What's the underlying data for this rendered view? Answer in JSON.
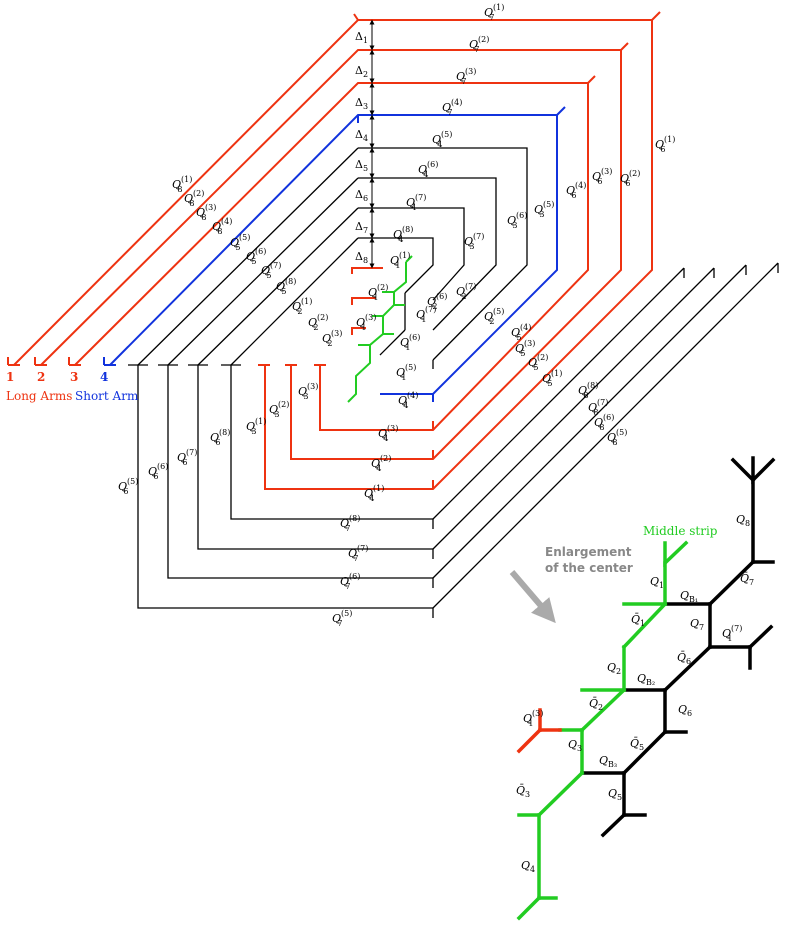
{
  "colors": {
    "long_arm": "#ee3311",
    "short_arm": "#1133dd",
    "middle_strip": "#22cc22",
    "default": "#000000",
    "note": "#888888"
  },
  "legend": {
    "arm_numbers": [
      "1",
      "2",
      "3",
      "4"
    ],
    "long_arms": "Long Arms",
    "short_arm": "Short Arm"
  },
  "inset": {
    "middle_strip": "Middle strip",
    "note_line1": "Enlargement",
    "note_line2": "of the center"
  },
  "labels": [
    {
      "base": "Q",
      "sub": "7",
      "sup": "(1)"
    },
    {
      "base": "Q",
      "sub": "7",
      "sup": "(2)"
    },
    {
      "base": "Q",
      "sub": "7",
      "sup": "(3)"
    },
    {
      "base": "Q",
      "sub": "7",
      "sup": "(4)"
    },
    {
      "base": "Q",
      "sub": "4",
      "sup": "(5)"
    },
    {
      "base": "Q",
      "sub": "4",
      "sup": "(6)"
    },
    {
      "base": "Q",
      "sub": "4",
      "sup": "(7)"
    },
    {
      "base": "Q",
      "sub": "4",
      "sup": "(8)"
    },
    {
      "base": "Q",
      "sub": "1",
      "sup": "(1)"
    },
    {
      "base": "Q",
      "sub": "1",
      "sup": "(2)"
    },
    {
      "base": "Q",
      "sub": "1",
      "sup": "(3)"
    },
    {
      "base": "Q",
      "sub": "6",
      "sup": "(1)"
    },
    {
      "base": "Q",
      "sub": "6",
      "sup": "(2)"
    },
    {
      "base": "Q",
      "sub": "6",
      "sup": "(3)"
    },
    {
      "base": "Q",
      "sub": "6",
      "sup": "(4)"
    },
    {
      "base": "Q",
      "sub": "3",
      "sup": "(5)"
    },
    {
      "base": "Q",
      "sub": "3",
      "sup": "(6)"
    },
    {
      "base": "Q",
      "sub": "3",
      "sup": "(7)"
    },
    {
      "base": "Q",
      "sub": "2",
      "sup": "(7)"
    },
    {
      "base": "Q",
      "sub": "2",
      "sup": "(6)"
    },
    {
      "base": "Q",
      "sub": "2",
      "sup": "(5)"
    },
    {
      "base": "Q",
      "sub": "1",
      "sup": "(7)"
    },
    {
      "base": "Q",
      "sub": "1",
      "sup": "(6)"
    },
    {
      "base": "Q",
      "sub": "1",
      "sup": "(5)"
    },
    {
      "base": "Q",
      "sub": "5",
      "sup": "(4)"
    },
    {
      "base": "Q",
      "sub": "5",
      "sup": "(3)"
    },
    {
      "base": "Q",
      "sub": "5",
      "sup": "(2)"
    },
    {
      "base": "Q",
      "sub": "5",
      "sup": "(1)"
    },
    {
      "base": "Q",
      "sub": "8",
      "sup": "(8)"
    },
    {
      "base": "Q",
      "sub": "8",
      "sup": "(7)"
    },
    {
      "base": "Q",
      "sub": "8",
      "sup": "(6)"
    },
    {
      "base": "Q",
      "sub": "8",
      "sup": "(5)"
    },
    {
      "base": "Q",
      "sub": "8",
      "sup": "(1)"
    },
    {
      "base": "Q",
      "sub": "8",
      "sup": "(2)"
    },
    {
      "base": "Q",
      "sub": "8",
      "sup": "(3)"
    },
    {
      "base": "Q",
      "sub": "8",
      "sup": "(4)"
    },
    {
      "base": "Q",
      "sub": "5",
      "sup": "(5)"
    },
    {
      "base": "Q",
      "sub": "5",
      "sup": "(6)"
    },
    {
      "base": "Q",
      "sub": "5",
      "sup": "(7)"
    },
    {
      "base": "Q",
      "sub": "5",
      "sup": "(8)"
    },
    {
      "base": "Q",
      "sub": "2",
      "sup": "(1)"
    },
    {
      "base": "Q",
      "sub": "2",
      "sup": "(2)"
    },
    {
      "base": "Q",
      "sub": "2",
      "sup": "(3)"
    },
    {
      "base": "Q",
      "sub": "3",
      "sup": "(1)"
    },
    {
      "base": "Q",
      "sub": "3",
      "sup": "(2)"
    },
    {
      "base": "Q",
      "sub": "3",
      "sup": "(3)"
    },
    {
      "base": "Q",
      "sub": "6",
      "sup": "(8)"
    },
    {
      "base": "Q",
      "sub": "6",
      "sup": "(7)"
    },
    {
      "base": "Q",
      "sub": "6",
      "sup": "(6)"
    },
    {
      "base": "Q",
      "sub": "6",
      "sup": "(5)"
    },
    {
      "base": "Q",
      "sub": "4",
      "sup": "(4)"
    },
    {
      "base": "Q",
      "sub": "4",
      "sup": "(3)"
    },
    {
      "base": "Q",
      "sub": "4",
      "sup": "(2)"
    },
    {
      "base": "Q",
      "sub": "4",
      "sup": "(1)"
    },
    {
      "base": "Q",
      "sub": "7",
      "sup": "(8)"
    },
    {
      "base": "Q",
      "sub": "7",
      "sup": "(7)"
    },
    {
      "base": "Q",
      "sub": "7",
      "sup": "(6)"
    },
    {
      "base": "Q",
      "sub": "7",
      "sup": "(5)"
    },
    {
      "base": "Δ",
      "sub": "1",
      "sup": ""
    },
    {
      "base": "Δ",
      "sub": "2",
      "sup": ""
    },
    {
      "base": "Δ",
      "sub": "3",
      "sup": ""
    },
    {
      "base": "Δ",
      "sub": "4",
      "sup": ""
    },
    {
      "base": "Δ",
      "sub": "5",
      "sup": ""
    },
    {
      "base": "Δ",
      "sub": "6",
      "sup": ""
    },
    {
      "base": "Δ",
      "sub": "7",
      "sup": ""
    },
    {
      "base": "Δ",
      "sub": "8",
      "sup": ""
    },
    {
      "base": "Q",
      "sub": "8",
      "sup": ""
    },
    {
      "base": "Q̄",
      "sub": "7",
      "sup": ""
    },
    {
      "base": "Q",
      "sub": "1",
      "sup": ""
    },
    {
      "base": "Q",
      "sub": "B₁",
      "sup": ""
    },
    {
      "base": "Q̄",
      "sub": "1",
      "sup": ""
    },
    {
      "base": "Q",
      "sub": "7",
      "sup": ""
    },
    {
      "base": "Q",
      "sub": "1",
      "sup": "(7)"
    },
    {
      "base": "Q̄",
      "sub": "6",
      "sup": ""
    },
    {
      "base": "Q",
      "sub": "2",
      "sup": ""
    },
    {
      "base": "Q",
      "sub": "B₂",
      "sup": ""
    },
    {
      "base": "Q̄",
      "sub": "2",
      "sup": ""
    },
    {
      "base": "Q",
      "sub": "6",
      "sup": ""
    },
    {
      "base": "Q",
      "sub": "1",
      "sup": "(3)"
    },
    {
      "base": "Q̄",
      "sub": "5",
      "sup": ""
    },
    {
      "base": "Q",
      "sub": "3",
      "sup": ""
    },
    {
      "base": "Q",
      "sub": "B₃",
      "sup": ""
    },
    {
      "base": "Q̄",
      "sub": "3",
      "sup": ""
    },
    {
      "base": "Q",
      "sub": "5",
      "sup": ""
    },
    {
      "base": "Q",
      "sub": "4",
      "sup": ""
    }
  ]
}
